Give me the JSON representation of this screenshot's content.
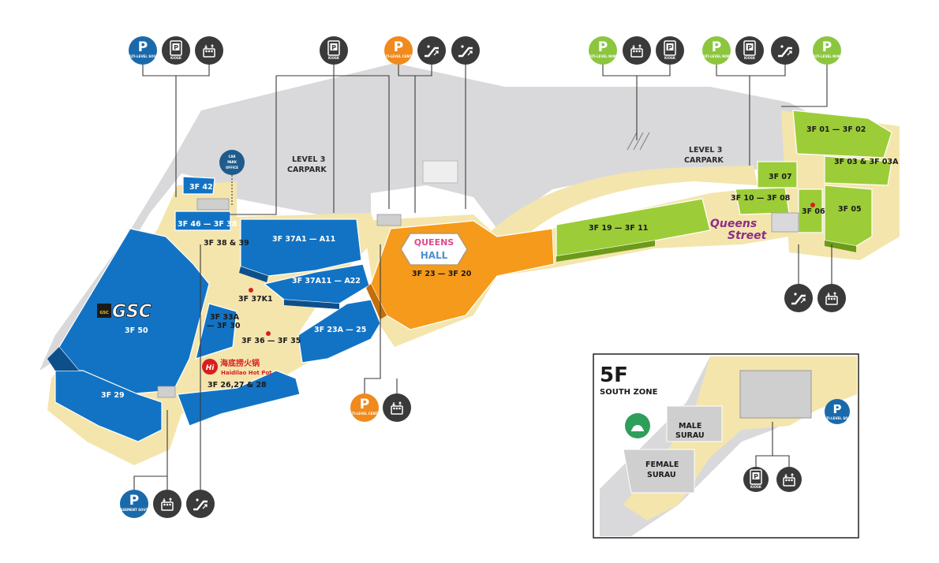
{
  "colors": {
    "south_blue": "#1273c4",
    "central_orange": "#f59a1b",
    "north_green": "#9ccd38",
    "walkway_cream": "#f4e5ad",
    "carpark_grey": "#d9d9db",
    "icon_dark": "#3a3a3a"
  },
  "carpark_labels": {
    "south_line1": "LEVEL 3",
    "south_line2": "CARPARK",
    "north_line1": "LEVEL 3",
    "north_line2": "CARPARK",
    "office_line1": "CAR",
    "office_line2": "PARK",
    "office_line3": "OFFICE"
  },
  "units": {
    "u3f42": "3F 42",
    "u3f46_38": "3F 46 — 3F 38",
    "u3f38_39": "3F 38 & 39",
    "u3f37a1": "3F 37A1 — A11",
    "u3f37a11": "3F 37A11 — A22",
    "u3f37k1": "3F 37K1",
    "u3f33a": "3F 33A",
    "u3f30": "— 3F 30",
    "u3f36": "3F 36 — 3F 35",
    "u3f23a": "3F 23A — 25",
    "u3f50": "3F 50",
    "u3f29": "3F 29",
    "u3f26": "3F 26,27 & 28",
    "u3f23_20": "3F 23 — 3F 20",
    "u3f19_11": "3F 19 — 3F 11",
    "u3f10_08": "3F 10 — 3F 08",
    "u3f07": "3F 07",
    "u3f06": "3F 06",
    "u3f05": "3F 05",
    "u3f03": "3F 03 & 3F 03A",
    "u3f01": "3F 01 — 3F 02"
  },
  "brands": {
    "gsc": "GSC",
    "gsc_mark": "GSC",
    "queens_line1": "QUEENS",
    "queens_line2": "HALL",
    "street_line1": "Queens",
    "street_line2": "Street",
    "haidilao_cn": "海底捞火锅",
    "haidilao_en": "Haidilao Hot Pot",
    "haidilao_mark": "Hi"
  },
  "icon_labels": {
    "mlp_south": "MULTI-LEVEL SOUTH",
    "mlp_central": "MULTI-LEVEL CENTRAL",
    "mlp_north": "MULTI-LEVEL NORTH",
    "kiosk": "KIOSK",
    "basement_south": "BASEMENT SOUTH",
    "parking_letter": "P"
  },
  "inset": {
    "title": "5F",
    "subtitle": "SOUTH ZONE",
    "male_line1": "MALE",
    "male_line2": "SURAU",
    "female_line1": "FEMALE",
    "female_line2": "SURAU"
  }
}
